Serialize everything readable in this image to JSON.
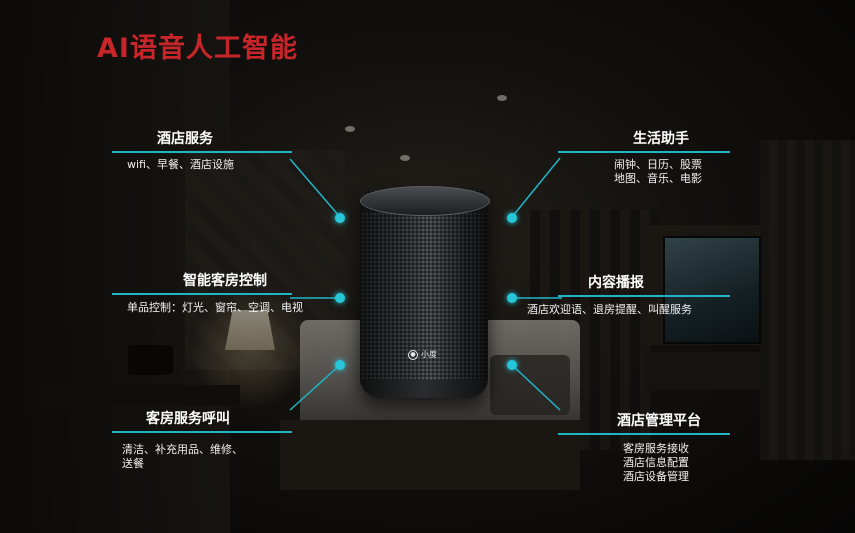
{
  "title": "AI语音人工智能",
  "accent_color": "#1fb5c6",
  "title_color": "#c8252a",
  "speaker": {
    "logo_text": "小度"
  },
  "features": {
    "hotel_service": {
      "heading": "酒店服务",
      "desc": "wifi、早餐、酒店设施"
    },
    "room_control": {
      "heading": "智能客房控制",
      "desc": "单品控制：灯光、窗帘、空调、电视"
    },
    "room_call": {
      "heading": "客房服务呼叫",
      "desc_line1": "清洁、补充用品、维修、",
      "desc_line2": "送餐"
    },
    "life_assistant": {
      "heading": "生活助手",
      "desc_line1": "闹钟、日历、股票",
      "desc_line2": "地图、音乐、电影"
    },
    "content_broadcast": {
      "heading": "内容播报",
      "desc": "酒店欢迎语、退房提醒、叫醒服务"
    },
    "hotel_platform": {
      "heading": "酒店管理平台",
      "desc_line1": "客房服务接收",
      "desc_line2": "酒店信息配置",
      "desc_line3": "酒店设备管理"
    }
  }
}
